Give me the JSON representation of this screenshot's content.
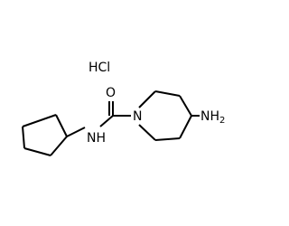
{
  "salt": "HCl",
  "atoms": {
    "carbonyl_oxygen": "O",
    "amide_nh": "NH",
    "ring_nitrogen": "N",
    "amine_n": "N",
    "amine_h": "H",
    "amine_sub": "2"
  }
}
